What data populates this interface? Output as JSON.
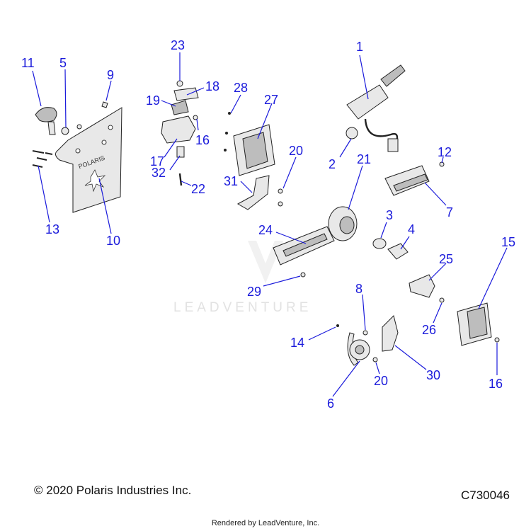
{
  "diagram": {
    "callouts": [
      {
        "n": "1"
      },
      {
        "n": "2"
      },
      {
        "n": "3"
      },
      {
        "n": "4"
      },
      {
        "n": "5"
      },
      {
        "n": "6"
      },
      {
        "n": "7"
      },
      {
        "n": "8"
      },
      {
        "n": "9"
      },
      {
        "n": "10"
      },
      {
        "n": "11"
      },
      {
        "n": "12"
      },
      {
        "n": "13"
      },
      {
        "n": "14"
      },
      {
        "n": "15"
      },
      {
        "n": "16"
      },
      {
        "n": "16"
      },
      {
        "n": "17"
      },
      {
        "n": "18"
      },
      {
        "n": "19"
      },
      {
        "n": "20"
      },
      {
        "n": "20"
      },
      {
        "n": "21"
      },
      {
        "n": "22"
      },
      {
        "n": "23"
      },
      {
        "n": "24"
      },
      {
        "n": "25"
      },
      {
        "n": "26"
      },
      {
        "n": "27"
      },
      {
        "n": "28"
      },
      {
        "n": "29"
      },
      {
        "n": "30"
      },
      {
        "n": "31"
      },
      {
        "n": "32"
      }
    ],
    "plate_text": "POLARIS",
    "callout_color": "#1a1adb"
  },
  "footer": {
    "copyright": "© 2020 Polaris Industries Inc.",
    "code": "C730046",
    "rendered_by": "Rendered by LeadVenture, Inc."
  },
  "watermark": "LEADVENTURE"
}
